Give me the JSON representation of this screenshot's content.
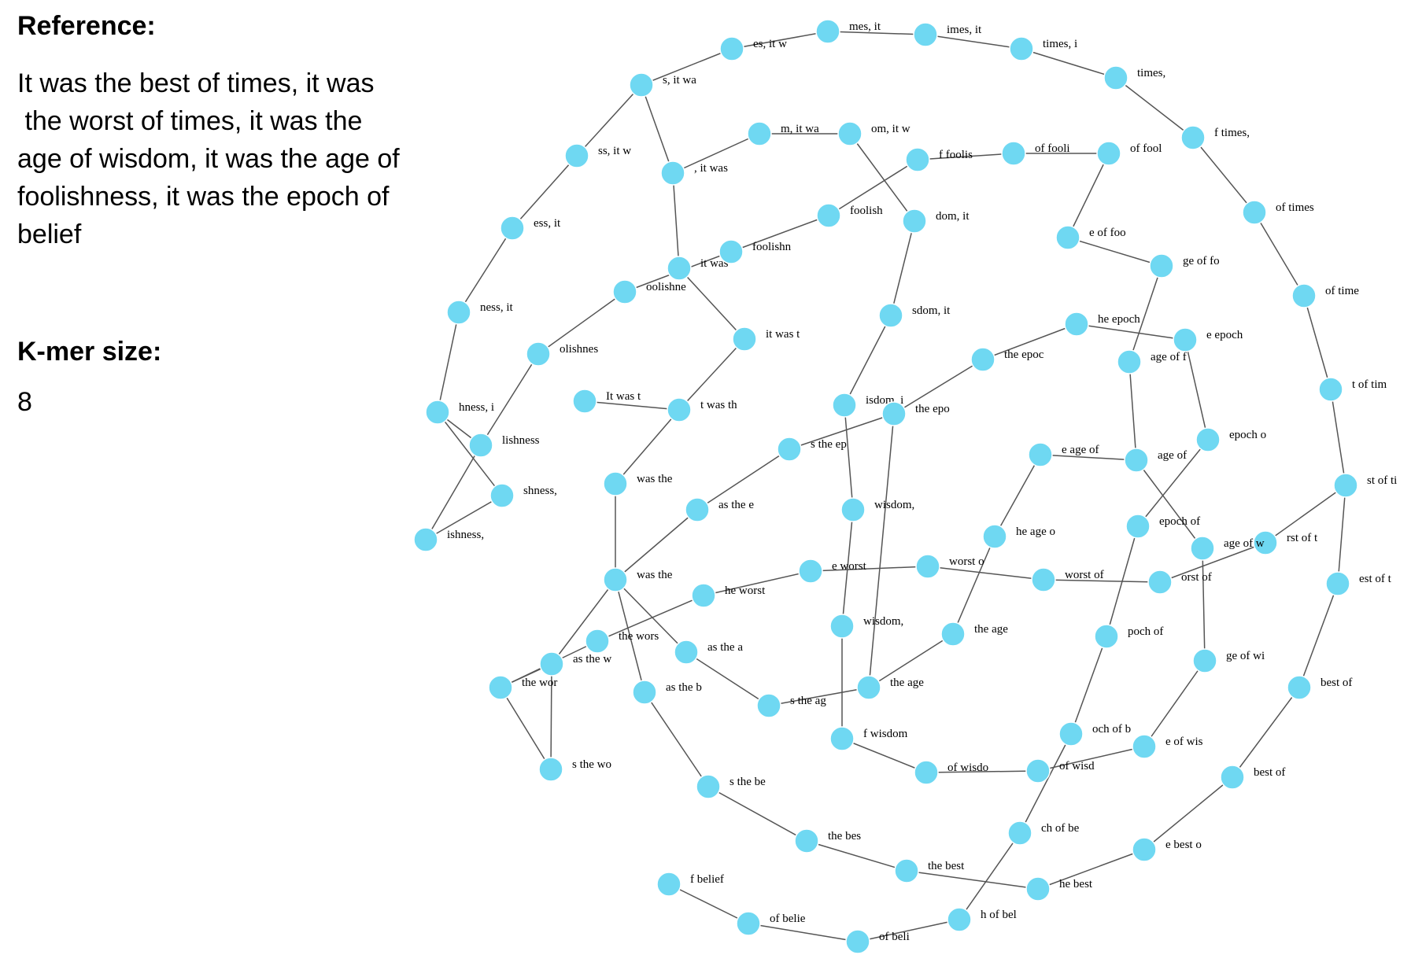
{
  "panel": {
    "reference_heading": "Reference:",
    "reference_text": "It was the best of times, it was\n the worst of times, it was the\nage of wisdom, it was the age of\nfoolishness, it was the epoch of\nbelief",
    "kmer_heading": "K-mer size:",
    "kmer_value": "8"
  },
  "colors": {
    "node": "#6fd8f2",
    "edge": "#555555"
  },
  "graph": {
    "nodes": [
      "It was t",
      "t was th",
      " was the",
      "was the ",
      "as the b",
      "s the be",
      " the bes",
      "the best",
      "he best ",
      "e best o",
      " best of",
      "best of ",
      "est of t",
      "st of ti",
      "t of tim",
      " of time",
      "of times",
      "f times,",
      " times, ",
      "times, i",
      "imes, it",
      "mes, it ",
      "es, it w",
      "s, it wa",
      ", it was",
      " it was ",
      "it was t",
      "as the w",
      "s the wo",
      " the wor",
      "the wors",
      "he worst",
      "e worst ",
      " worst o",
      "worst of",
      "orst of ",
      "rst of t",
      "as the a",
      "s the ag",
      " the age",
      "the age ",
      "he age o",
      "e age of",
      " age of ",
      "age of w",
      "ge of wi",
      "e of wis",
      " of wisd",
      "of wisdo",
      "f wisdom",
      " wisdom,",
      "wisdom, ",
      "isdom, i",
      "sdom, it",
      "dom, it ",
      "om, it w",
      "m, it wa",
      "age of f",
      "ge of fo",
      "e of foo",
      " of fool",
      "of fooli",
      "f foolis",
      " foolish",
      "foolishn",
      "oolishne",
      "olishnes",
      "lishness",
      "ishness,",
      "shness, ",
      "hness, i",
      "ness, it",
      "ess, it ",
      "ss, it w",
      " the epo",
      "the epoc",
      "he epoch",
      "e epoch ",
      " epoch o",
      "epoch of",
      "poch of ",
      "och of b",
      "ch of be",
      "h of bel",
      " of beli",
      "of belie",
      "f belief",
      "s the ep",
      "as the e"
    ],
    "labels": [
      "It was t",
      "t was th",
      "was the",
      "was the",
      "as the b",
      "s the be",
      "the bes",
      "the best",
      "he best",
      "e best o",
      "best of",
      "best of",
      "est of t",
      "st of ti",
      "t of tim",
      "of time",
      "of times",
      "f times,",
      "times,",
      "times, i",
      "imes, it",
      "mes, it",
      "es, it w",
      "s, it wa",
      ", it was",
      "it was",
      "it was t",
      "as the w",
      "s the wo",
      "the wor",
      "the wors",
      "he worst",
      "e worst",
      "worst o",
      "worst of",
      "orst of",
      "rst of t",
      "as the a",
      "s the ag",
      "the age",
      "the age",
      "he age o",
      "e age of",
      "age of",
      "age of w",
      "ge of wi",
      "e of wis",
      "of wisd",
      "of wisdo",
      "f wisdom",
      "wisdom,",
      "wisdom,",
      "isdom, i",
      "sdom, it",
      "dom, it",
      "om, it w",
      "m, it wa",
      "age of f",
      "ge of fo",
      "e of foo",
      "of fool",
      "of fooli",
      "f foolis",
      "foolish",
      "foolishn",
      "oolishne",
      "olishnes",
      "lishness",
      "ishness,",
      "shness,",
      "hness, i",
      "ness, it",
      "ess, it",
      "ss, it w",
      "the epo",
      "the epoc",
      "he epoch",
      "e epoch",
      "epoch o",
      "epoch of",
      "poch of",
      "och of b",
      "ch of be",
      "h of bel",
      "of beli",
      "of belie",
      "f belief",
      "s the ep",
      "as the e"
    ]
  }
}
